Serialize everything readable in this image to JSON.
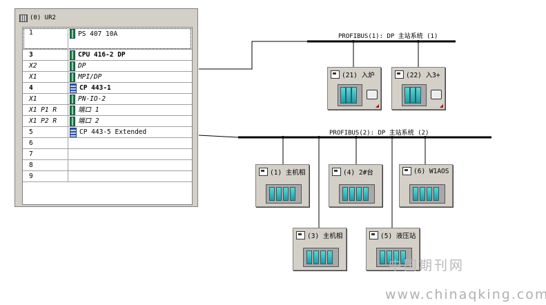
{
  "rack": {
    "title": "(0) UR2",
    "rows": [
      {
        "slot": "1",
        "module": "PS 407 10A",
        "style": "",
        "icon": "module",
        "selected": true
      },
      {
        "slot": "3",
        "module": "CPU 416-2 DP",
        "style": "bold",
        "icon": "module"
      },
      {
        "slot": "X2",
        "module": "DP",
        "style": "ital",
        "icon": "module"
      },
      {
        "slot": "X1",
        "module": "MPI/DP",
        "style": "ital",
        "icon": "module"
      },
      {
        "slot": "4",
        "module": "CP 443-1",
        "style": "bold",
        "icon": "net"
      },
      {
        "slot": "X1",
        "module": "PN-IO-2",
        "style": "ital",
        "icon": "module"
      },
      {
        "slot": "X1 P1 R",
        "module": "端口 1",
        "style": "ital",
        "icon": "module"
      },
      {
        "slot": "X1 P2 R",
        "module": "端口 2",
        "style": "ital",
        "icon": "module"
      },
      {
        "slot": "5",
        "module": "CP 443-5 Extended",
        "style": "",
        "icon": "net"
      },
      {
        "slot": "6",
        "module": "",
        "style": "",
        "icon": "none"
      },
      {
        "slot": "7",
        "module": "",
        "style": "",
        "icon": "none"
      },
      {
        "slot": "8",
        "module": "",
        "style": "",
        "icon": "none"
      },
      {
        "slot": "9",
        "module": "",
        "style": "",
        "icon": "none"
      }
    ]
  },
  "bus1": {
    "label": "PROFIBUS(1): DP 主站系统 (1)"
  },
  "bus2": {
    "label": "PROFIBUS(2): DP 主站系统 (2)"
  },
  "stations": {
    "s21": "(21) 入炉",
    "s22": "(22) 入3+",
    "s1": "(1) 主机相",
    "s4": "(4) 2#台",
    "s6": "(6) W1AOS",
    "s3": "(3) 主机相",
    "s5": "(5) 液压站"
  },
  "watermark": {
    "cn": "中国期刊网",
    "url": "www.chinaqking.com"
  },
  "colors": {
    "window": "#d4d0c8",
    "module_cell": "#1e9ba6",
    "corner_mark": "#c00000"
  }
}
